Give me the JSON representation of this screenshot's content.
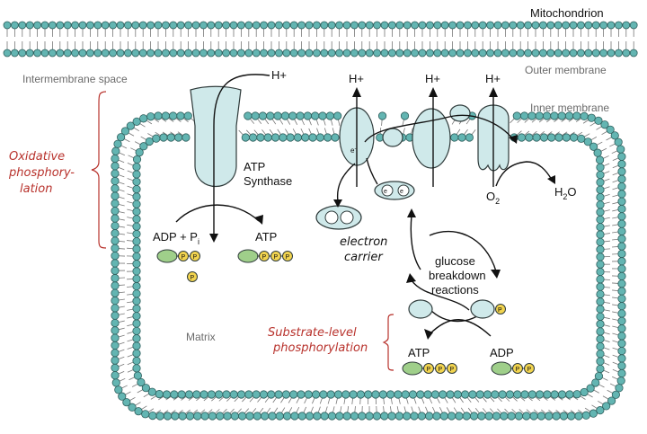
{
  "title": "Mitochondrion",
  "regions": {
    "outer_membrane": "Outer membrane",
    "inner_membrane": "Inner membrane",
    "intermembrane_space": "Intermembrane space",
    "matrix": "Matrix"
  },
  "processes": {
    "oxidative_line1": "Oxidative",
    "oxidative_line2": "phosphory-",
    "oxidative_line3": "lation",
    "substrate_line1": "Substrate-level",
    "substrate_line2": "phosphorylation",
    "glycolysis_line1": "glucose",
    "glycolysis_line2": "breakdown",
    "glycolysis_line3": "reactions"
  },
  "labels": {
    "h_plus": "H+",
    "atp_synthase_line1": "ATP",
    "atp_synthase_line2": "Synthase",
    "adp_pi": "ADP + P",
    "pi_sub": "i",
    "atp": "ATP",
    "adp": "ADP",
    "electron": "e",
    "electron_sup": "-",
    "carrier_line1": "electron",
    "carrier_line2": "carrier",
    "o2": "O",
    "o2_sub": "2",
    "h2o": "H",
    "h2o_sub": "2",
    "h2o_tail": "O",
    "p": "P"
  },
  "colors": {
    "lipid_head": "#63b5b2",
    "lipid_stroke": "#2f5f5d",
    "protein_fill": "#cfe9ea",
    "molecule_green": "#9fcf8a",
    "phosphate_yellow": "#f2d44f",
    "red_text": "#b8322c"
  }
}
